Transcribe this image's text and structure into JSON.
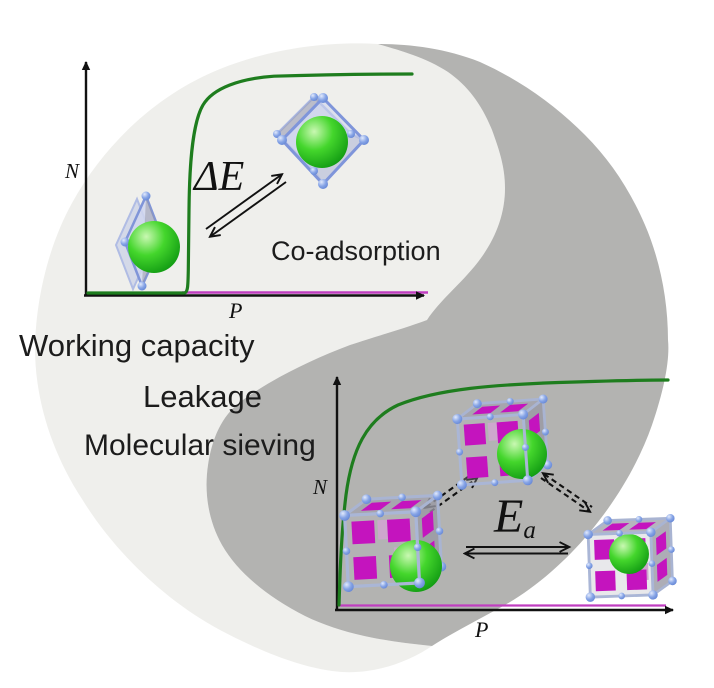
{
  "figure": {
    "left_terms": {
      "working_capacity": "Working capacity",
      "leakage": "Leakage",
      "molecular_sieving": "Molecular sieving"
    },
    "top_plot": {
      "region_label": "Co-adsorption",
      "energy_label": "ΔE",
      "y_axis_label": "N",
      "x_axis_label": "P"
    },
    "bottom_plot": {
      "energy_label_base": "E",
      "energy_label_sub": "a",
      "y_axis_label": "N",
      "x_axis_label": "P"
    },
    "colors": {
      "light_region": "#efefec",
      "dark_region": "#b3b3b1",
      "isotherm_green": "#1e7d1e",
      "second_gas_magenta": "#c03ec0",
      "framework_blue": "#7e9ae0",
      "guest_sphere_green": "#2fc32f",
      "panel_magenta": "#c414be"
    }
  }
}
